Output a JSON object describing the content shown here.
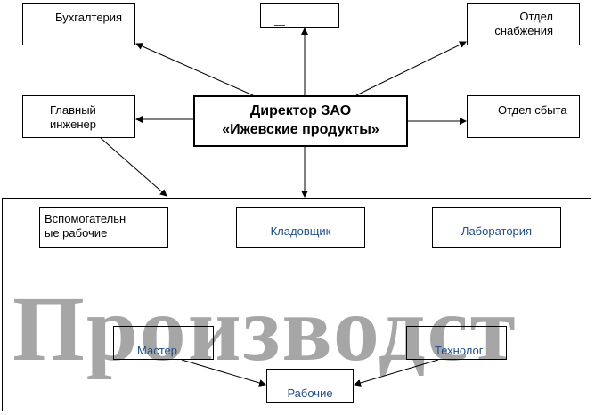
{
  "director": {
    "line1": "Директор ЗАО",
    "line2": "«Ижевские продукты»"
  },
  "accounting": "Бухгалтерия",
  "top_center": "",
  "supply": "Отдел\nснабжения",
  "chief_engineer": "Главный\nинженер",
  "sales": "Отдел сбыта",
  "production": {
    "watermark": "Производст",
    "auxiliary": "Вспомогательн\nые рабочие",
    "storekeeper": "Кладовщик",
    "laboratory": "Лаборатория",
    "master": "Мастер",
    "technologist": "Технолог",
    "workers": "Рабочие"
  }
}
